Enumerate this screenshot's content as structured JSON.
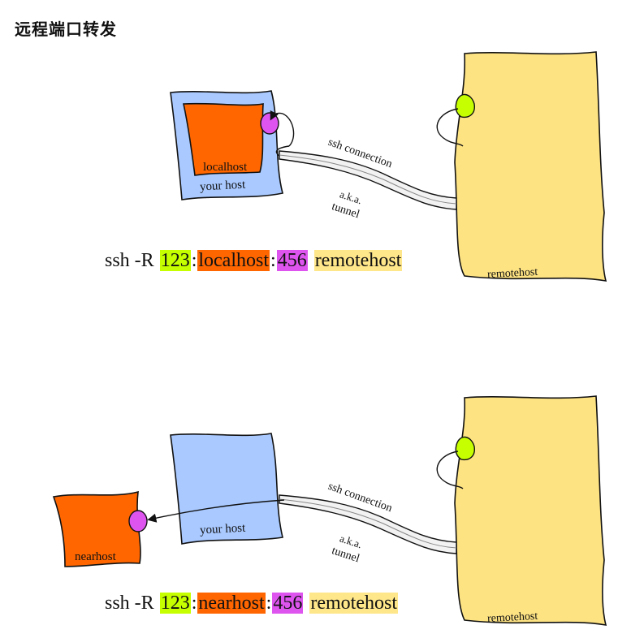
{
  "title": "远程端口转发",
  "colors": {
    "your_host": "#a9c9ff",
    "local_box": "#ff6600",
    "remote_host": "#fee383",
    "port_green": "#c6ff00",
    "port_purple": "#dd55ee"
  },
  "diagram1": {
    "localhost_label": "localhost",
    "your_host_label": "your host",
    "remote_host_label": "remotehost",
    "connection_label": "ssh connection",
    "aka_label": "a.k.a.",
    "tunnel_label": "tunnel",
    "command": {
      "prefix": "ssh -R ",
      "port1": "123",
      "sep1": ":",
      "target": "localhost",
      "sep2": ":",
      "port2": "456",
      "space": " ",
      "host": "remotehost"
    }
  },
  "diagram2": {
    "nearhost_label": "nearhost",
    "your_host_label": "your host",
    "remote_host_label": "remotehost",
    "connection_label": "ssh connection",
    "aka_label": "a.k.a.",
    "tunnel_label": "tunnel",
    "command": {
      "prefix": "ssh -R ",
      "port1": "123",
      "sep1": ":",
      "target": "nearhost",
      "sep2": ":",
      "port2": "456",
      "space": " ",
      "host": "remotehost"
    }
  }
}
